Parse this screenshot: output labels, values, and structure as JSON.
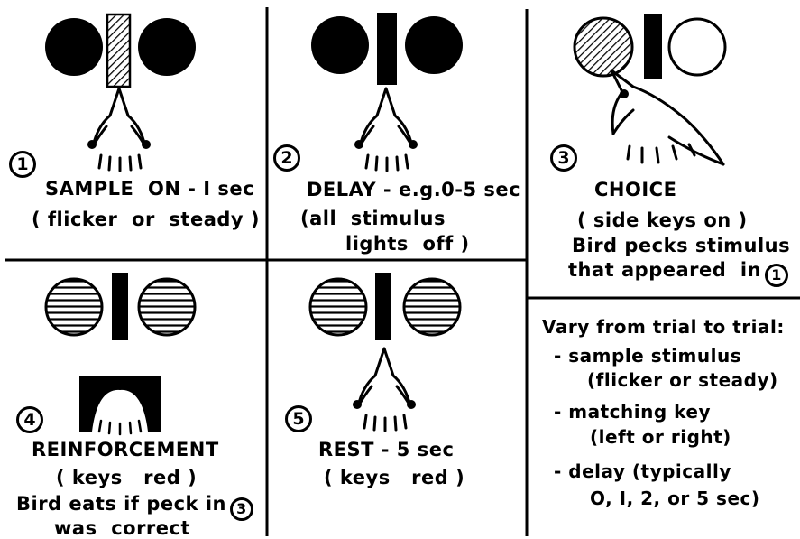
{
  "panels": [
    {
      "number": "1",
      "lines": [
        "SAMPLE  ON - I sec",
        "( flicker  or  steady )"
      ]
    },
    {
      "number": "2",
      "lines": [
        "DELAY - e.g.0-5 sec",
        "(all  stimulus",
        "lights  off )"
      ]
    },
    {
      "number": "3",
      "lines": [
        "CHOICE",
        "( side keys on )",
        "Bird pecks stimulus",
        "that appeared  in"
      ],
      "ref": "1"
    },
    {
      "number": "4",
      "lines": [
        "REINFORCEMENT",
        "( keys   red )",
        "Bird eats if peck in",
        "was  correct"
      ],
      "ref": "3"
    },
    {
      "number": "5",
      "lines": [
        "REST - 5 sec",
        "( keys   red )"
      ]
    }
  ],
  "notes": {
    "heading": "Vary from trial to trial:",
    "items": [
      [
        "- sample stimulus",
        "(flicker or steady)"
      ],
      [
        "- matching key",
        "(left or right)"
      ],
      [
        "- delay (typically",
        "O, I, 2, or 5 sec)"
      ]
    ]
  },
  "colors": {
    "ink": "#000000",
    "paper": "#ffffff"
  }
}
